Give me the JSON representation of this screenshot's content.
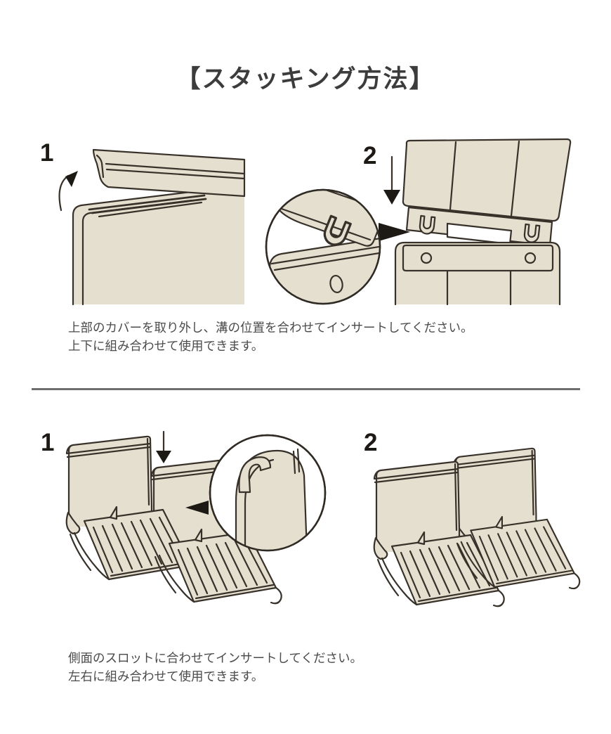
{
  "title": "【スタッキング方法】",
  "colors": {
    "product_fill": "#e5dfd0",
    "outline": "#37312a",
    "text": "#4b4b4b",
    "title_text": "#3c3c3c",
    "divider": "#6e6e6e",
    "arrow_black": "#1d1a15",
    "background": "#ffffff"
  },
  "sections": [
    {
      "name": "vertical-stacking",
      "steps": [
        {
          "label": "1"
        },
        {
          "label": "2"
        }
      ],
      "caption": [
        "上部のカバーを取り外し、溝の位置を合わせてインサートしてください。",
        "上下に組み合わせて使用できます。"
      ]
    },
    {
      "name": "horizontal-stacking",
      "steps": [
        {
          "label": "1"
        },
        {
          "label": "2"
        }
      ],
      "caption": [
        "側面のスロットに合わせてインサートしてください。",
        "左右に組み合わせて使用できます。"
      ]
    }
  ]
}
